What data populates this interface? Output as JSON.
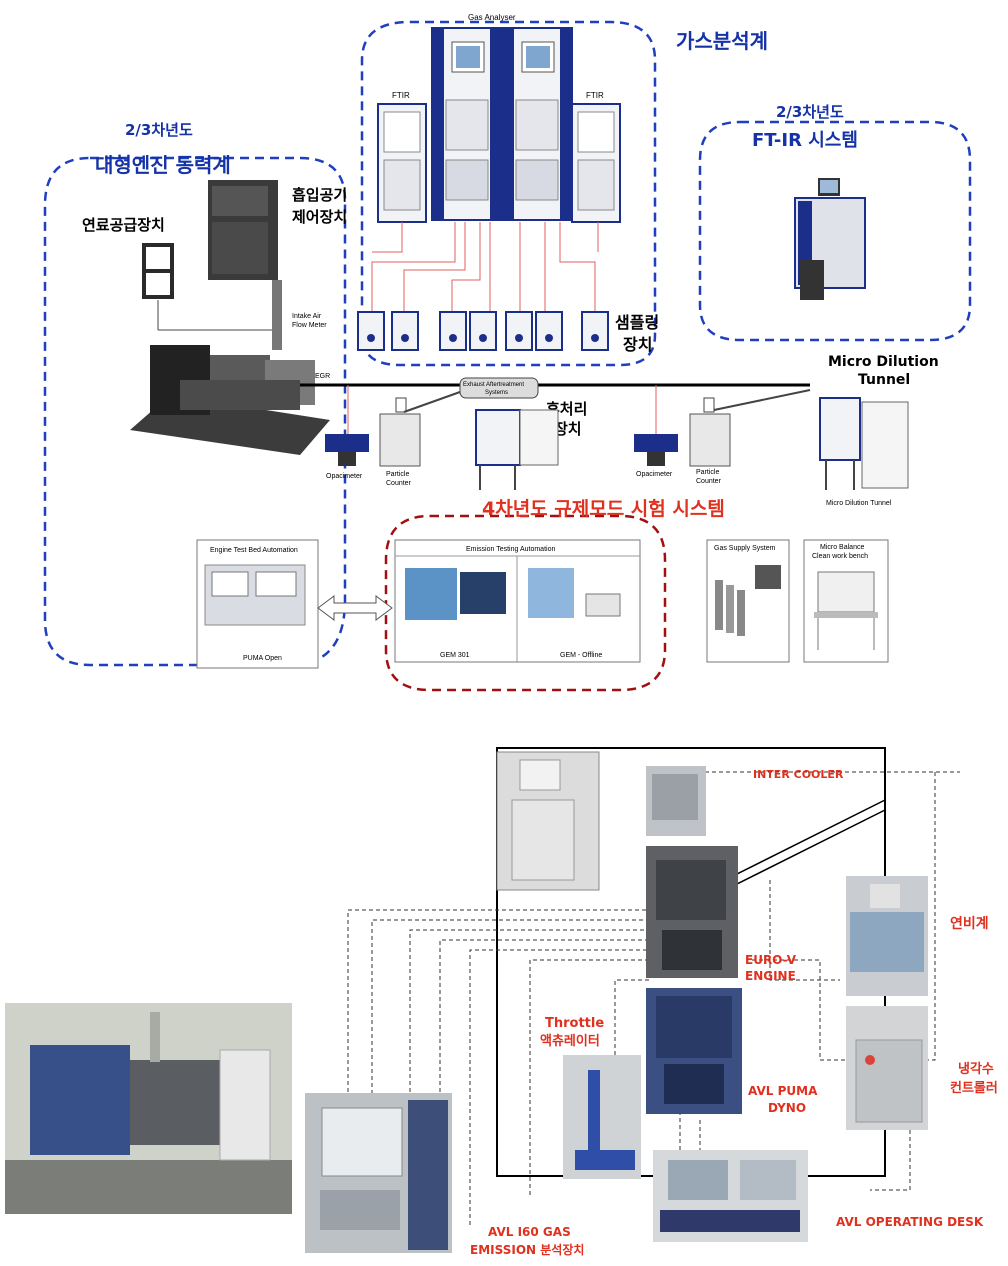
{
  "top_diagram": {
    "gas_analyser_label": "Gas Analyser",
    "gas_analyser_kr": "가스분석계",
    "ftir_left_label": "FTIR",
    "ftir_right_label": "FTIR",
    "year_left": "2/3차년도",
    "engine_dyno_kr": "대형엔진 동력계",
    "year_right": "2/3차년도",
    "ftir_system_kr": "FT-IR 시스템",
    "fuel_supply_kr": "연료공급장치",
    "intake_air_control_kr_1": "흡입공기",
    "intake_air_control_kr_2": "제어장치",
    "intake_flow_label_1": "Intake Air",
    "intake_flow_label_2": "Flow Meter",
    "egr_label": "EGR",
    "sampling_kr_1": "샘플링",
    "sampling_kr_2": "장치",
    "micro_dilution_kr_1": "Micro Dilution",
    "micro_dilution_kr_2": "Tunnel",
    "exhaust_after_1": "Exhaust Aftertreatment",
    "exhaust_after_2": "Systems",
    "after_treatment_kr_1": "후처리",
    "after_treatment_kr_2": "장치",
    "opacimeter_left": "Opacimeter",
    "particle_counter_left_1": "Particle",
    "particle_counter_left_2": "Counter",
    "opacimeter_right": "Opacimeter",
    "particle_counter_right_1": "Particle",
    "particle_counter_right_2": "Counter",
    "micro_dilution_tunnel_label": "Micro Dilution Tunnel",
    "regulation_mode_kr": "4차년도  규제모드 시험 시스템",
    "engine_test_bed": "Engine Test Bed Automation",
    "puma_open": "PUMA Open",
    "emission_testing": "Emission Testing Automation",
    "gem301": "GEM 301",
    "gem_offline": "GEM - Offline",
    "gas_supply": "Gas Supply System",
    "micro_balance_1": "Micro Balance",
    "micro_balance_2": "Clean work bench"
  },
  "bottom_diagram": {
    "inter_cooler": "INTER COOLER",
    "fuel_meter_kr": "연비계",
    "euro_v_1": "EURO-V",
    "euro_v_2": "ENGINE",
    "throttle_1": "Throttle",
    "throttle_2": "액츄레이터",
    "coolant_kr_1": "냉각수",
    "coolant_kr_2": "컨트롤러",
    "avl_puma_1": "AVL PUMA",
    "avl_puma_2": "DYNO",
    "avl_i60_1": "AVL I60 GAS",
    "avl_i60_2": "EMISSION 분석장치",
    "avl_operating_desk": "AVL OPERATING DESK"
  },
  "colors": {
    "blue_dashed": "#1f3fbf",
    "red_dashed": "#a01010",
    "red_label": "#e0301e",
    "blue_label": "#1533a6"
  }
}
